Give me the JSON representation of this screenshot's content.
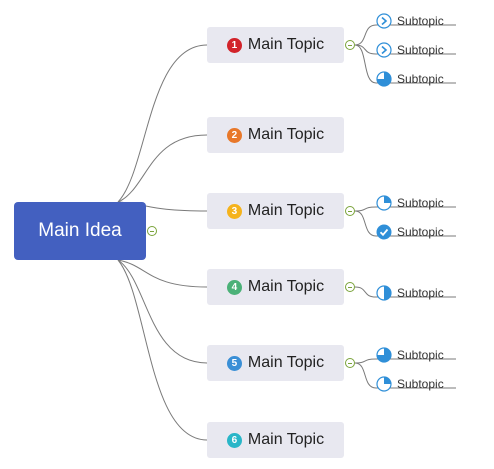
{
  "main_idea": {
    "label": "Main Idea"
  },
  "topics": [
    {
      "number": "1",
      "label": "Main Topic",
      "color": "#d2232a",
      "subtopics": [
        {
          "label": "Subtopic",
          "icon": "chevron-right-icon"
        },
        {
          "label": "Subtopic",
          "icon": "chevron-right-icon"
        },
        {
          "label": "Subtopic",
          "icon": "progress-75-icon",
          "progress": 0.75
        }
      ]
    },
    {
      "number": "2",
      "label": "Main Topic",
      "color": "#e8782a",
      "subtopics": []
    },
    {
      "number": "3",
      "label": "Main Topic",
      "color": "#f5b31c",
      "subtopics": [
        {
          "label": "Subtopic",
          "icon": "progress-25-icon",
          "progress": 0.25
        },
        {
          "label": "Subtopic",
          "icon": "check-complete-icon",
          "progress": 1.0
        }
      ]
    },
    {
      "number": "4",
      "label": "Main Topic",
      "color": "#4bb178",
      "subtopics": [
        {
          "label": "Subtopic",
          "icon": "progress-50-icon",
          "progress": 0.5
        }
      ]
    },
    {
      "number": "5",
      "label": "Main Topic",
      "color": "#3a8fd6",
      "subtopics": [
        {
          "label": "Subtopic",
          "icon": "progress-75-icon",
          "progress": 0.75
        },
        {
          "label": "Subtopic",
          "icon": "progress-25-icon",
          "progress": 0.25
        }
      ]
    },
    {
      "number": "6",
      "label": "Main Topic",
      "color": "#29b6c8",
      "subtopics": []
    }
  ],
  "colors": {
    "main_idea_fill": "#4360c0",
    "topic_fill": "#e8e8f0",
    "connector": "#7a7a7a",
    "icon_blue": "#2f8fd8",
    "collapse_green": "#7aa33a"
  }
}
